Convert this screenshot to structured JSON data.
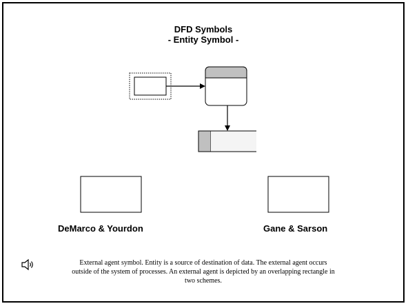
{
  "slide": {
    "title_line1": "DFD Symbols",
    "title_line2": "- Entity Symbol -",
    "label_left": "DeMarco & Yourdon",
    "label_right": "Gane & Sarson",
    "caption": "External agent symbol. Entity is a source of destination of data. The external agent occurs outside of the system of processes. An external agent is depicted by an overlapping rectangle in two schemes."
  },
  "icons": {
    "audio": "speaker-icon"
  },
  "colors": {
    "stroke": "#000000",
    "header_fill": "#c0c0c0",
    "store_tab_fill": "#c0c0c0",
    "store_fill": "#f4f4f4"
  }
}
